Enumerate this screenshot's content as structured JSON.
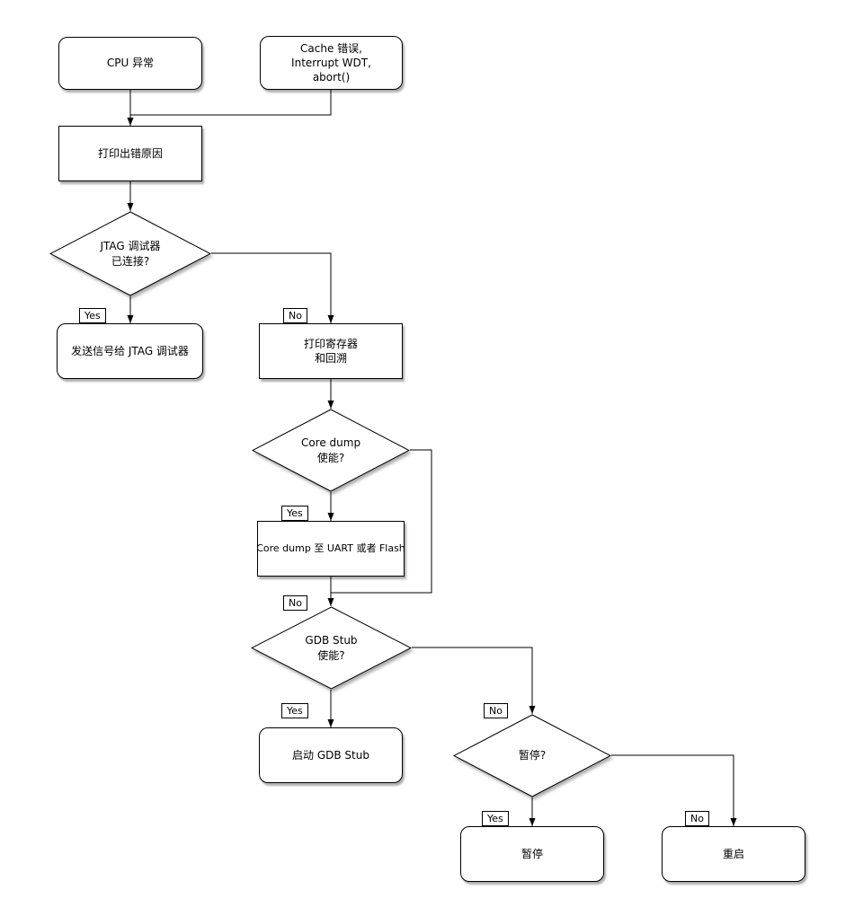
{
  "diagram": {
    "nodes": {
      "cpu_exception": {
        "lines": [
          "CPU 异常"
        ]
      },
      "cache_error": {
        "lines": [
          "Cache 错误,",
          "Interrupt WDT,",
          "abort()"
        ]
      },
      "print_reason": {
        "lines": [
          "打印出错原因"
        ]
      },
      "jtag_connected": {
        "lines": [
          "JTAG 调试器",
          "已连接?"
        ]
      },
      "send_signal_jtag": {
        "lines": [
          "发送信号给 JTAG 调试器"
        ]
      },
      "print_registers": {
        "lines": [
          "打印寄存器",
          "和回溯"
        ]
      },
      "coredump_enabled": {
        "lines": [
          "Core dump",
          "使能?"
        ]
      },
      "coredump_uart_flash": {
        "lines": [
          "Core dump 至 UART 或者 Flash"
        ]
      },
      "gdbstub_enabled": {
        "lines": [
          "GDB Stub",
          "使能?"
        ]
      },
      "start_gdbstub": {
        "lines": [
          "启动 GDB Stub"
        ]
      },
      "halt_question": {
        "lines": [
          "暂停?"
        ]
      },
      "halt": {
        "lines": [
          "暂停"
        ]
      },
      "reboot": {
        "lines": [
          "重启"
        ]
      }
    },
    "labels": {
      "yes": "Yes",
      "no": "No"
    }
  }
}
